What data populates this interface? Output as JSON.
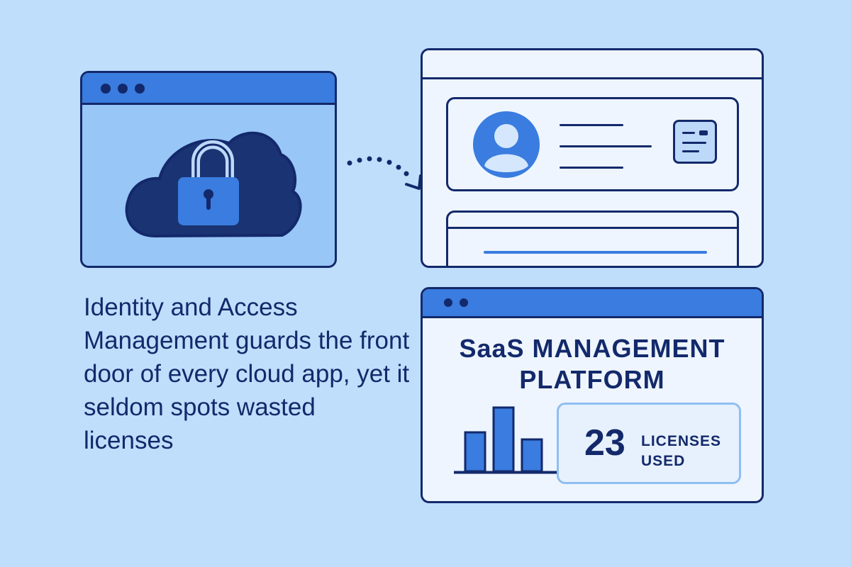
{
  "caption": "Identity and Access Management guards the front door of every cloud app, yet it seldom spots wasted licenses",
  "saas_panel": {
    "title": "SaaS MANAGEMENT PLATFORM",
    "license_count": "23",
    "license_label": "LICENSES USED",
    "bar_chart": {
      "type": "bar",
      "values": [
        0.55,
        0.9,
        0.45
      ]
    }
  },
  "icons": {
    "security": "cloud-lock-icon",
    "user": "user-avatar-icon",
    "id": "id-card-icon",
    "flow": "dotted-arrow-icon"
  },
  "colors": {
    "background": "#bfdefb",
    "accent": "#3a7cdf",
    "outline": "#13296b"
  }
}
